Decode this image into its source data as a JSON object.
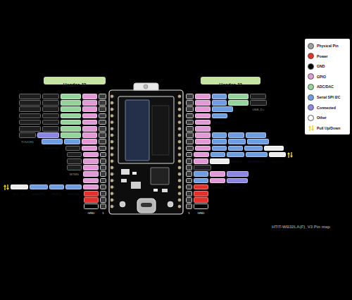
{
  "diagram": {
    "nodes": [
      {
        "text": [
          "Header J3"
        ]
      },
      {
        "text": [
          "Header J2"
        ]
      },
      {
        "text": [
          "RTC_GPIO7"
        ]
      },
      {
        "text": [
          "TOUCH7"
        ]
      },
      {
        "text": [
          "ADC1_CH6"
        ]
      },
      {
        "text": [
          "GPIO7"
        ]
      },
      {
        "text": [
          "18"
        ]
      },
      {
        "text": [
          "RTC_GPIO6"
        ]
      },
      {
        "text": [
          "TOUCH6"
        ]
      },
      {
        "text": [
          "ADC1_CH5"
        ]
      },
      {
        "text": [
          "GPIO6"
        ]
      },
      {
        "text": [
          "17"
        ]
      },
      {
        "text": [
          "RTC_GPIO5"
        ]
      },
      {
        "text": [
          "TOUCH5"
        ]
      },
      {
        "text": [
          "ADC1_CH4"
        ]
      },
      {
        "text": [
          "GPIO5"
        ]
      },
      {
        "text": [
          "16"
        ]
      },
      {
        "text": [
          "RTC_GPIO4"
        ]
      },
      {
        "text": [
          "TOUCH4"
        ]
      },
      {
        "text": [
          "ADC1_CH3"
        ]
      },
      {
        "text": [
          "GPIO4"
        ]
      },
      {
        "text": [
          "15"
        ]
      },
      {
        "text": [
          "RTC_GPIO3"
        ]
      },
      {
        "text": [
          "TOUCH3"
        ]
      },
      {
        "text": [
          "ADC1_CH2"
        ]
      },
      {
        "text": [
          "GPIO3"
        ]
      },
      {
        "text": [
          "14"
        ]
      },
      {
        "text": [
          "RTC_GPIO2"
        ]
      },
      {
        "text": [
          "TOUCH2"
        ]
      },
      {
        "text": [
          "ADC1_CH1"
        ]
      },
      {
        "text": [
          "GPIO2"
        ]
      },
      {
        "text": [
          "13"
        ]
      },
      {
        "text": [
          "TOUCH1"
        ]
      },
      {
        "text": [
          "VBAT_Read"
        ]
      },
      {
        "text": [
          "ADC1_CH0"
        ]
      },
      {
        "text": [
          "GPIO1"
        ]
      },
      {
        "text": [
          "12"
        ]
      },
      {
        "text": [
          "SUBSPIWP"
        ]
      },
      {
        "text": [
          "FSPIWP"
        ]
      },
      {
        "text": [
          "GPIO38"
        ]
      },
      {
        "text": [
          "11"
        ]
      },
      {
        "text": [
          "MTCK"
        ]
      },
      {
        "text": [
          "GPIO39"
        ]
      },
      {
        "text": [
          "10"
        ]
      },
      {
        "text": [
          "MTDO"
        ]
      },
      {
        "text": [
          "GPIO40"
        ]
      },
      {
        "text": [
          "9"
        ]
      },
      {
        "text": [
          "MTDI"
        ]
      },
      {
        "text": [
          "GPIO41"
        ]
      },
      {
        "text": [
          "8"
        ]
      },
      {
        "text": [
          "MTMS"
        ]
      },
      {
        "text": [
          "GPIO42"
        ]
      },
      {
        "text": [
          "7"
        ]
      },
      {
        "text": [
          "GPIO45"
        ]
      },
      {
        "text": [
          "6"
        ]
      },
      {
        "text": [
          "GPIO46"
        ]
      },
      {
        "text": [
          "5"
        ]
      },
      {
        "text": [
          "ADC_Ctrl"
        ]
      },
      {
        "text": [
          "SUBSPIQ"
        ]
      },
      {
        "text": [
          "FSPIQ"
        ]
      },
      {
        "text": [
          "SPIDQS"
        ]
      },
      {
        "text": [
          "GPIO37"
        ]
      },
      {
        "text": [
          "4"
        ]
      },
      {
        "text": [
          "3V3"
        ]
      },
      {
        "text": [
          "3"
        ]
      },
      {
        "text": [
          "3V3"
        ]
      },
      {
        "text": [
          "2"
        ]
      },
      {
        "text": [
          "GND"
        ]
      },
      {
        "text": [
          "1"
        ]
      },
      {
        "text": [
          "18"
        ]
      },
      {
        "text": [
          "GPIO19"
        ]
      },
      {
        "text": [
          "U1RTS"
        ]
      },
      {
        "text": [
          "ADC2_CH8"
        ]
      },
      {
        "text": [
          "USB_D-"
        ]
      },
      {
        "text": [
          "17"
        ]
      },
      {
        "text": [
          "GPIO20"
        ]
      },
      {
        "text": [
          "U1CTS"
        ]
      },
      {
        "text": [
          "ADC2_CH9"
        ]
      },
      {
        "text": [
          "USB_D+"
        ]
      },
      {
        "text": [
          "16"
        ]
      },
      {
        "text": [
          "GPIO21"
        ]
      },
      {
        "text": [
          "OLED_RST"
        ]
      },
      {
        "text": [
          "15"
        ]
      },
      {
        "text": [
          "GPIO26"
        ]
      },
      {
        "text": [
          "SPICS1"
        ]
      },
      {
        "text": [
          "14"
        ]
      },
      {
        "text": [
          "GPIO48"
        ]
      },
      {
        "text": [
          "13"
        ]
      },
      {
        "text": [
          "GPIO47"
        ]
      },
      {
        "text": [
          "12"
        ]
      },
      {
        "text": [
          "GPIO33"
        ]
      },
      {
        "text": [
          "SPIIO4"
        ]
      },
      {
        "text": [
          "FSPIHD"
        ]
      },
      {
        "text": [
          "SUBSPIHD"
        ]
      },
      {
        "text": [
          "11"
        ]
      },
      {
        "text": [
          "GPIO34"
        ]
      },
      {
        "text": [
          "SPIIO5"
        ]
      },
      {
        "text": [
          "FSPICS0"
        ]
      },
      {
        "text": [
          "SUBSPICS0"
        ]
      },
      {
        "text": [
          "10"
        ]
      },
      {
        "text": [
          "GPIO35"
        ]
      },
      {
        "text": [
          "SPIIO6"
        ]
      },
      {
        "text": [
          "FSPID"
        ]
      },
      {
        "text": [
          "SUBSPID"
        ]
      },
      {
        "text": [
          "LED_Write"
        ]
      },
      {
        "text": [
          "9"
        ]
      },
      {
        "text": [
          "GPIO36"
        ]
      },
      {
        "text": [
          "SPIIO7"
        ]
      },
      {
        "text": [
          "FSPICLK"
        ]
      },
      {
        "text": [
          "SUBSPICLK"
        ]
      },
      {
        "text": [
          "Vext_Ctrl"
        ]
      },
      {
        "text": [
          "8"
        ]
      },
      {
        "text": [
          "GPIO0"
        ]
      },
      {
        "text": [
          "USER_SW"
        ]
      },
      {
        "text": [
          "7"
        ]
      },
      {
        "text": [
          "RST_SW"
        ]
      },
      {
        "text": [
          "6"
        ]
      },
      {
        "text": [
          "U0TXD"
        ]
      },
      {
        "text": [
          "GPIO43"
        ]
      },
      {
        "text": [
          "CP2102_RX"
        ]
      },
      {
        "text": [
          "5"
        ]
      },
      {
        "text": [
          "U0RXD"
        ]
      },
      {
        "text": [
          "GPIO44"
        ]
      },
      {
        "text": [
          "CP2102_TX"
        ]
      },
      {
        "text": [
          "4"
        ]
      },
      {
        "text": [
          "Ve"
        ]
      },
      {
        "text": [
          "3"
        ]
      },
      {
        "text": [
          "Ve"
        ]
      },
      {
        "text": [
          "2"
        ]
      },
      {
        "text": [
          "5V"
        ]
      },
      {
        "text": [
          "1"
        ]
      },
      {
        "text": [
          "GND"
        ]
      }
    ],
    "labels": [
      "HTIT-WB32LA(F)_V3 Pin map"
    ],
    "legend": [
      {
        "text": "Physical Pin",
        "color": "#9e9e9e"
      },
      {
        "text": "Power",
        "color": "#e2302b"
      },
      {
        "text": "GND",
        "color": "#000000"
      },
      {
        "text": "GPIO",
        "color": "#e29ad6"
      },
      {
        "text": "ADC/DAC",
        "color": "#93d49b"
      },
      {
        "text": "Serial SPI I2C",
        "color": "#6e9ee0"
      },
      {
        "text": "Connected",
        "color": "#8b86e4"
      },
      {
        "text": "Other",
        "color": "#ffffff"
      },
      {
        "text": "Pull Up/Down"
      }
    ]
  }
}
